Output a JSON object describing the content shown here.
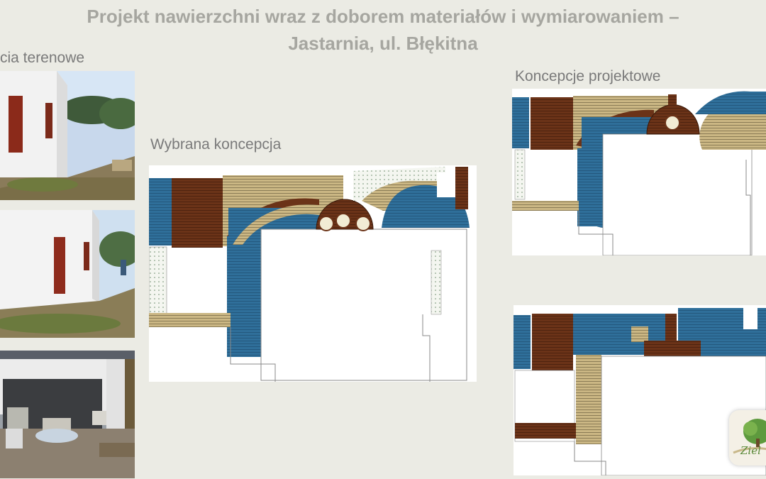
{
  "title": {
    "line1": "Projekt nawierzchni wraz z doborem materiałów i wymiarowaniem –",
    "line2": "Jastarnia, ul. Błękitna"
  },
  "labels": {
    "site_photos": "cia terenowe",
    "selected_concept": "Wybrana koncepcja",
    "design_concepts": "Koncepcje projektowe"
  },
  "logo": {
    "text": "Ziel"
  },
  "colors": {
    "background": "#ebebe4",
    "decking_blue": "#2f6f9a",
    "decking_brown": "#6b3318",
    "decking_sand": "#cbb784",
    "plan_white": "#ffffff"
  }
}
